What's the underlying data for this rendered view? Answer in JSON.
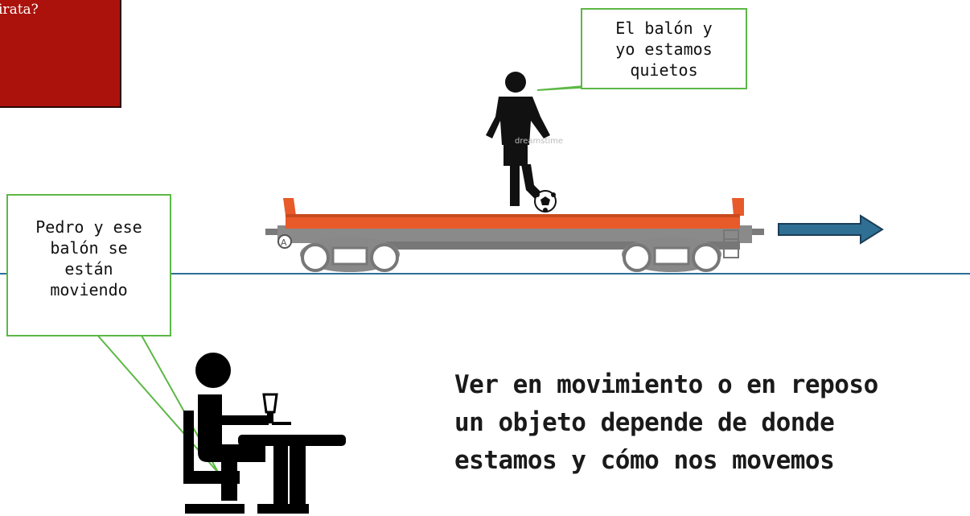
{
  "red_note": {
    "text": "irata?"
  },
  "bubble_top": {
    "lines": [
      "El balón y",
      "yo estamos",
      "quietos"
    ]
  },
  "bubble_left": {
    "lines": [
      "Pedro y ese",
      "balón se",
      "están",
      "moviendo"
    ]
  },
  "watermark": "dreamstime",
  "statement": {
    "lines": [
      "Ver en movimiento o en reposo",
      "un objeto depende de donde",
      "estamos y cómo nos movemos"
    ]
  },
  "colors": {
    "red_box": "#ab120c",
    "bubble_border": "#5cb845",
    "ground_line": "#2e6f98",
    "arrow": "#2f6f94",
    "flatcar": "#e85a2a",
    "chassis": "#8a8a8a"
  },
  "icons": [
    "boy-silhouette-icon",
    "soccer-ball-icon",
    "flatcar-icon",
    "direction-arrow-icon",
    "person-at-desk-icon"
  ]
}
